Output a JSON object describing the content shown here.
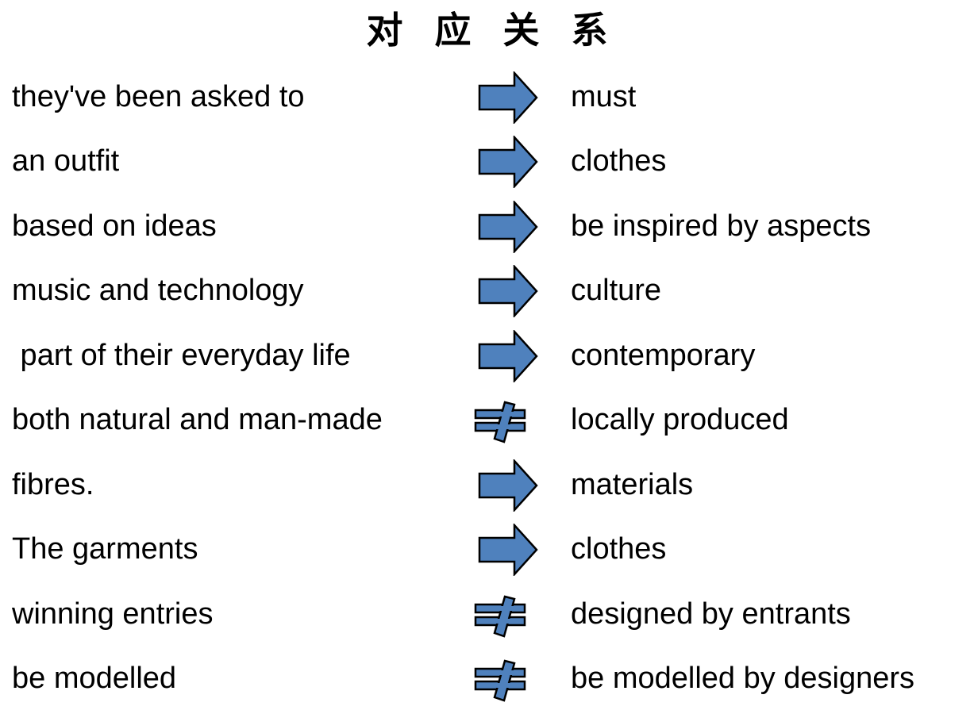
{
  "title": "对应关系",
  "colors": {
    "symbol_fill": "#4f81bd",
    "symbol_stroke": "#000000"
  },
  "rows": [
    {
      "left": "they've been asked to",
      "relation": "arrow-right",
      "right": "must"
    },
    {
      "left": "an outfit",
      "relation": "arrow-right",
      "right": "clothes"
    },
    {
      "left": "based on ideas",
      "relation": "arrow-right",
      "right": "be inspired by aspects"
    },
    {
      "left": "music and technology",
      "relation": "arrow-right",
      "right": "culture"
    },
    {
      "left": " part of their everyday life",
      "relation": "arrow-right",
      "right": "contemporary"
    },
    {
      "left": "both natural and man-made",
      "relation": "not-equal",
      "right": "locally produced"
    },
    {
      "left": "fibres.",
      "relation": "arrow-right",
      "right": "materials"
    },
    {
      "left": "The garments",
      "relation": "arrow-right",
      "right": "clothes"
    },
    {
      "left": "winning entries",
      "relation": "not-equal",
      "right": "designed by entrants"
    },
    {
      "left": "be modelled",
      "relation": "not-equal",
      "right": "be modelled by designers"
    }
  ]
}
